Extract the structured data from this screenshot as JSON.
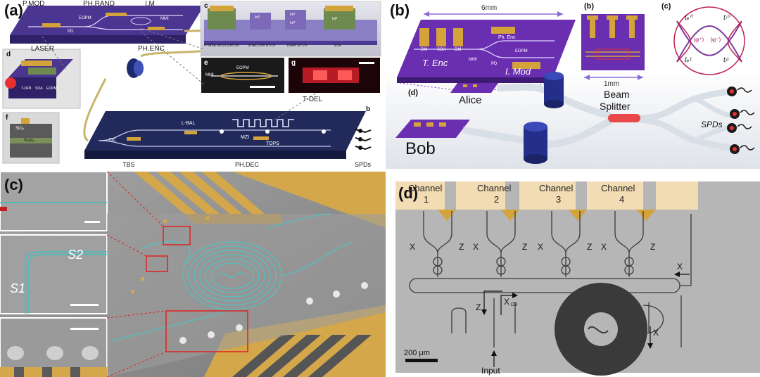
{
  "panel_a": {
    "label": "(a)",
    "tx_labels": [
      "P.MOD",
      "PH.RAND",
      "I.M"
    ],
    "tx_chip_labels": [
      "EOPM",
      "PD",
      "MMI"
    ],
    "laser": "LASER",
    "ph_enc": "PH.ENC",
    "inset_c": {
      "letter": "c",
      "blocks": [
        "PHASE MODULATOR",
        "SHALLOW ETCH",
        "DEEP ETCH",
        "SOA"
      ],
      "small": [
        "InP",
        "InP",
        "InP",
        "InP"
      ]
    },
    "inset_d": {
      "letter": "d",
      "parts": [
        "T-DFB",
        "SOA",
        "EOPM"
      ]
    },
    "inset_e": {
      "letter": "e",
      "eopm": "EOPM",
      "mmi": "MMI"
    },
    "inset_f": {
      "letter": "f",
      "top": "SiO₂",
      "mid": "Si₃N₄"
    },
    "inset_g": {
      "letter": "g"
    },
    "tdel": "T-DEL",
    "rx_letter": "b",
    "rx_labels": {
      "dc": "DC",
      "lbal": "L-BAL",
      "mzi": "MZI",
      "tops": "TOPS",
      "tbs": "TBS",
      "phdec": "PH.DEC",
      "spds": "SPDs"
    }
  },
  "panel_b": {
    "label": "(b)",
    "width": "6mm",
    "chip_labels": [
      "DM",
      "SOA",
      "DM",
      "Ph. Enc",
      "EOPM",
      "MMI",
      "PD"
    ],
    "t_enc": "T. Enc",
    "i_mod": "I. Mod",
    "inset_b": "(b)",
    "inset_b_scale": "1mm",
    "inset_c": "(c)",
    "bases": [
      "tₑ⁰",
      "tₗ⁰",
      "tₑ¹",
      "tₗ¹",
      "|φ⁺⟩",
      "|φ⁻⟩"
    ],
    "inset_d": "(d)",
    "alice": "Alice",
    "bob": "Bob",
    "beam_splitter": [
      "Beam",
      "Splitter"
    ],
    "spds": "SPDs"
  },
  "panel_c": {
    "label": "(c)",
    "s1": "S1",
    "s2": "S2"
  },
  "panel_d": {
    "label": "(d)",
    "channels": [
      {
        "word": "Channel",
        "num": "1"
      },
      {
        "word": "Channel",
        "num": "2"
      },
      {
        "word": "Channel",
        "num": "3"
      },
      {
        "word": "Channel",
        "num": "4"
      }
    ],
    "xz": [
      "X",
      "Z",
      "X",
      "Z",
      "X",
      "Z",
      "X",
      "Z"
    ],
    "z_arrow": "Z",
    "x_d3": "X",
    "d3_sub": "D3",
    "x_right_top": "X",
    "x_right_mid": "X",
    "scale": "200 μm",
    "input": "Input"
  },
  "colors": {
    "chip_purple": "#3b2a78",
    "rx_navy": "#1e2550",
    "gold": "#d4a33a",
    "cyan": "#4fc3c3",
    "sem_grey": "#9a9a9a",
    "laser_red": "#e83030"
  }
}
